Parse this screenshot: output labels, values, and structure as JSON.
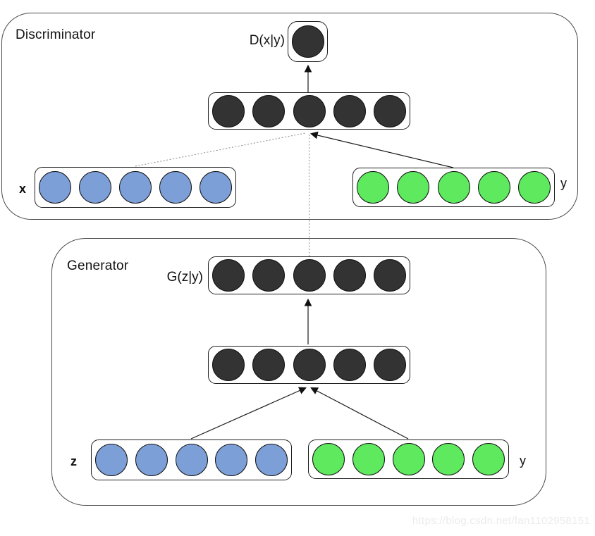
{
  "diagram": {
    "discriminator": {
      "title": "Discriminator",
      "output_label": "D(x|y)",
      "input_x_label": "x",
      "input_y_label": "y"
    },
    "generator": {
      "title": "Generator",
      "output_label": "G(z|y)",
      "input_z_label": "z",
      "input_y_label": "y"
    },
    "colors": {
      "dark": "#333333",
      "blue": "#7d9fd8",
      "green": "#5fe95f"
    },
    "layers": {
      "d_output": {
        "count": 1,
        "color": "dark"
      },
      "d_hidden": {
        "count": 5,
        "color": "dark"
      },
      "d_input_x": {
        "count": 5,
        "color": "blue"
      },
      "d_input_y": {
        "count": 5,
        "color": "green"
      },
      "g_output": {
        "count": 5,
        "color": "dark"
      },
      "g_hidden": {
        "count": 5,
        "color": "dark"
      },
      "g_input_z": {
        "count": 5,
        "color": "blue"
      },
      "g_input_y": {
        "count": 5,
        "color": "green"
      }
    },
    "watermark": "https://blog.csdn.net/fan1102958151"
  }
}
